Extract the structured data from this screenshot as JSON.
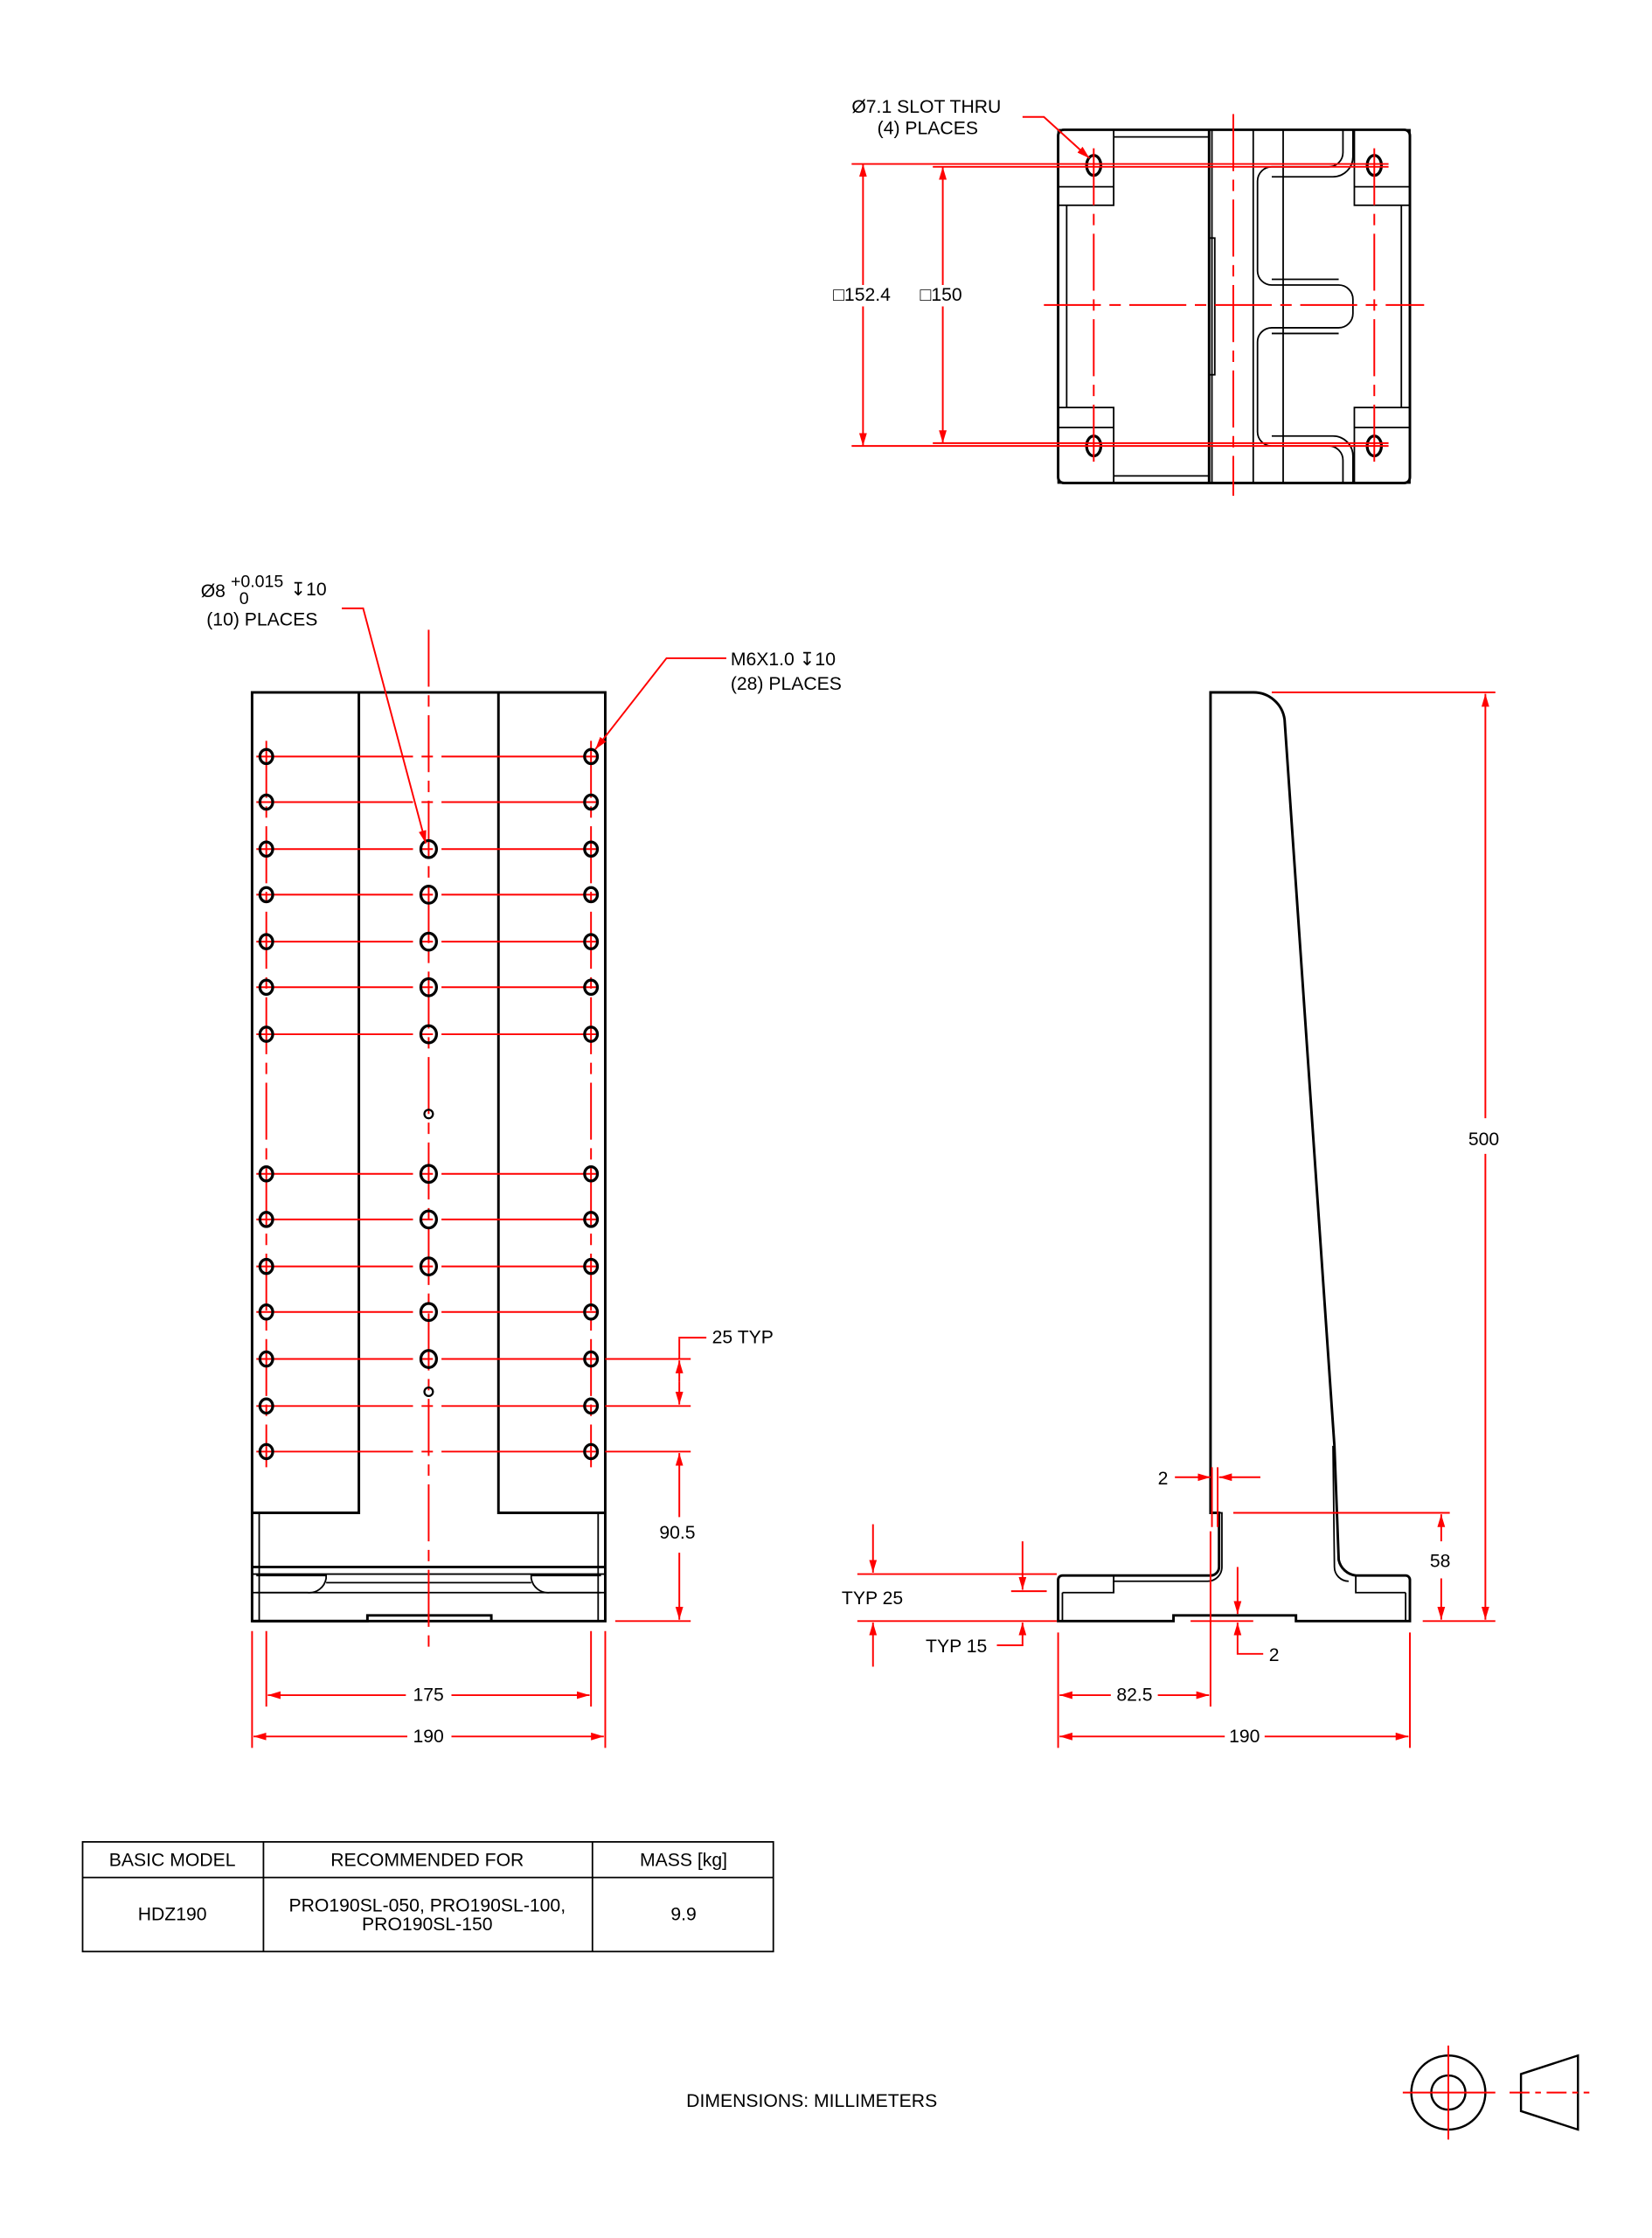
{
  "top_view": {
    "slot_note_line1": "Ø7.1 SLOT THRU",
    "slot_note_line2": "(4) PLACES",
    "dim_outer": "□152.4",
    "dim_inner": "□150"
  },
  "front_view": {
    "pin_note_main": "Ø8",
    "pin_note_tol_upper": "+0.015",
    "pin_note_tol_lower": "0",
    "pin_note_depth": "↧10",
    "pin_note_line2": "(10) PLACES",
    "thread_note_line1": "M6X1.0 ↧10",
    "thread_note_line2": "(28) PLACES",
    "dim_pitch": "25 TYP",
    "dim_bottom_offset": "90.5",
    "dim_hole_span": "175",
    "dim_width": "190"
  },
  "side_view": {
    "dim_height": "500",
    "dim_wall": "2",
    "dim_base_height": "58",
    "dim_typ25": "TYP 25",
    "dim_typ15": "TYP 15",
    "dim_recess": "2",
    "dim_offset": "82.5",
    "dim_width": "190"
  },
  "table": {
    "headers": [
      "BASIC MODEL",
      "RECOMMENDED FOR",
      "MASS [kg]"
    ],
    "row": {
      "model": "HDZ190",
      "recommended_line1": "PRO190SL-050, PRO190SL-100,",
      "recommended_line2": "PRO190SL-150",
      "mass": "9.9"
    }
  },
  "footer": {
    "units_note": "DIMENSIONS:  MILLIMETERS"
  },
  "colors": {
    "dimension": "#ff0000",
    "geometry": "#000000"
  }
}
